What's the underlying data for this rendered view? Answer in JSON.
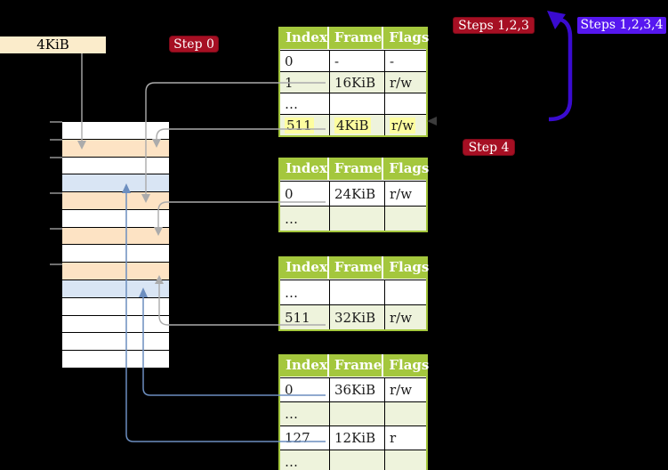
{
  "frame_label": "4KiB",
  "badges": {
    "step0": "Step 0",
    "steps123": "Steps 1,2,3",
    "steps1234": "Steps 1,2,3,4",
    "step4": "Step 4"
  },
  "tables": [
    {
      "header": [
        "Index",
        "Frame",
        "Flags"
      ],
      "rows": [
        {
          "index": "0",
          "frame": "-",
          "flags": "-"
        },
        {
          "index": "1",
          "frame": "16KiB",
          "flags": "r/w"
        },
        {
          "index": "…",
          "frame": "",
          "flags": ""
        },
        {
          "index": "511",
          "frame": "4KiB",
          "flags": "r/w",
          "highlight": true,
          "hl_class": "hl"
        }
      ]
    },
    {
      "header": [
        "Index",
        "Frame",
        "Flags"
      ],
      "rows": [
        {
          "index": "0",
          "frame": "24KiB",
          "flags": "r/w"
        },
        {
          "index": "…",
          "frame": "",
          "flags": ""
        }
      ]
    },
    {
      "header": [
        "Index",
        "Frame",
        "Flags"
      ],
      "rows": [
        {
          "index": "…",
          "frame": "",
          "flags": ""
        },
        {
          "index": "511",
          "frame": "32KiB",
          "flags": "r/w"
        }
      ]
    },
    {
      "header": [
        "Index",
        "Frame",
        "Flags"
      ],
      "rows": [
        {
          "index": "0",
          "frame": "36KiB",
          "flags": "r/w"
        },
        {
          "index": "…",
          "frame": "",
          "flags": ""
        },
        {
          "index": "127",
          "frame": "12KiB",
          "flags": "r"
        },
        {
          "index": "…",
          "frame": "",
          "flags": ""
        }
      ]
    }
  ],
  "memory_strip": {
    "rows": [
      {
        "type": "empty"
      },
      {
        "type": "page-table"
      },
      {
        "type": "empty"
      },
      {
        "type": "mapped-page"
      },
      {
        "type": "page-table"
      },
      {
        "type": "empty"
      },
      {
        "type": "page-table"
      },
      {
        "type": "empty"
      },
      {
        "type": "page-table"
      },
      {
        "type": "mapped-page"
      },
      {
        "type": "empty"
      },
      {
        "type": "empty"
      },
      {
        "type": "empty"
      },
      {
        "type": "empty"
      }
    ]
  },
  "colors": {
    "background": "#000000",
    "badge_red": "#a60f23",
    "badge_blue_violet": "#5617f0",
    "table_header_green": "#a4c73d",
    "table_row_light_green": "#eef3dc",
    "highlight_yellow": "#fdfd9f",
    "frame_label_cream": "#fbeccb",
    "strip_page_table_orange": "#fde3c4",
    "strip_mapped_page_blue": "#d9e5f4",
    "connector_gray": "#ababab",
    "connector_steel_blue": "#6c8ebf",
    "loop_arrow_blue": "#3a0bd0"
  }
}
